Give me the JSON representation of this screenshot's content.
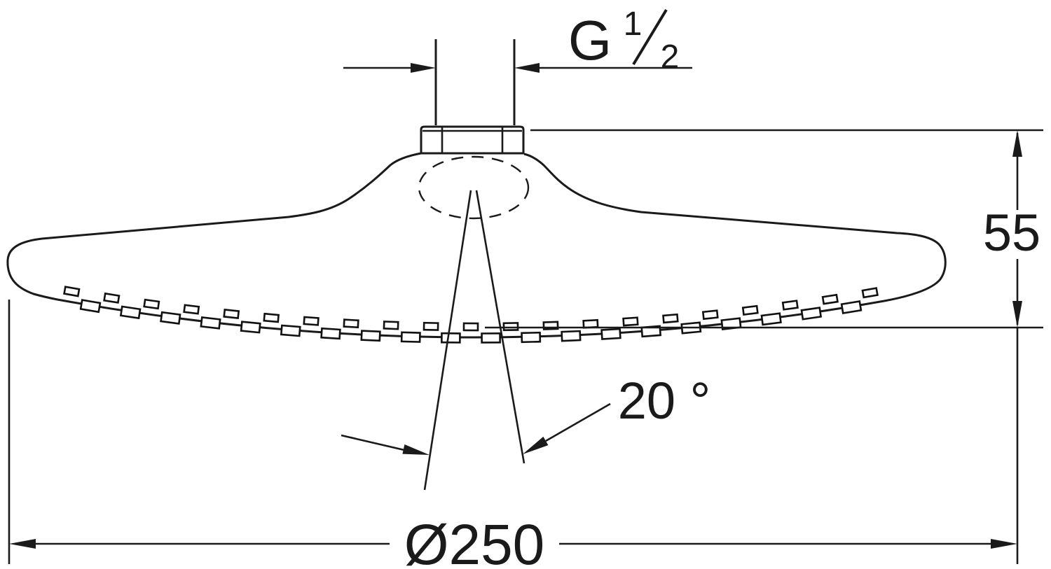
{
  "drawing": {
    "type": "technical-dimension-drawing",
    "subject": "overhead shower head, side elevation",
    "background": "#ffffff",
    "line_color": "#1a1a1a",
    "labels": {
      "thread": {
        "prefix": "G",
        "numerator": "1",
        "denominator": "2"
      },
      "height": "55",
      "spray_angle": "20 °",
      "diameter": "Ø250"
    }
  }
}
